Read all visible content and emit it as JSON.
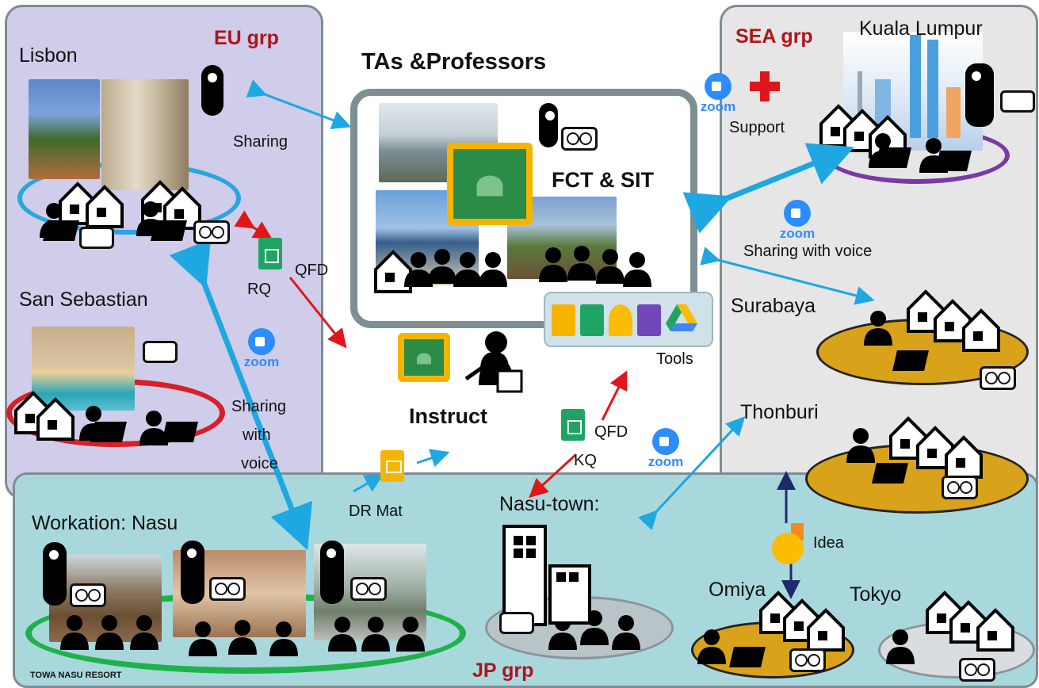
{
  "groups": {
    "eu": "EU grp",
    "sea": "SEA grp",
    "jp": "JP grp"
  },
  "center": {
    "title": "TAs &Professors",
    "site": "FCT & SIT",
    "tools": "Tools",
    "instruct": "Instruct"
  },
  "cities": {
    "lisbon": "Lisbon",
    "san_sebastian": "San Sebastian",
    "kuala_lumpur": "Kuala Lumpur",
    "surabaya": "Surabaya",
    "thonburi": "Thonburi",
    "workation": "Workation: Nasu",
    "nasu_town": "Nasu-town:",
    "omiya": "Omiya",
    "tokyo": "Tokyo"
  },
  "links": {
    "sharing": "Sharing",
    "sharing_voice_eu": [
      "Sharing",
      "with",
      "voice"
    ],
    "sharing_voice_sea": "Sharing with voice",
    "support": "Support",
    "qfd1": "QFD",
    "rq": "RQ",
    "qfd2": "QFD",
    "kq": "KQ",
    "dr_mat": "DR Mat",
    "idea": "Idea"
  },
  "zoom_text": "zoom",
  "watermark": "TOWA NASU RESORT",
  "colors": {
    "eu_bg": "#cfcde9",
    "sea_bg": "#e6e6e6",
    "jp_bg": "#a9d8dc",
    "grp_red": "#b0141b",
    "arrow_blue": "#1ea7e1",
    "arrow_red": "#e0161b",
    "arrow_navy": "#1f2a6b",
    "ring_lisbon": "#29a6df",
    "ring_sansebastian": "#d6202a",
    "ring_kl": "#7a3aa6",
    "ring_jp": "#1fb24a",
    "ring_gold": "#d8a21a"
  },
  "icons": [
    "360-camera-icon",
    "vr-headset-icon",
    "phone-icon",
    "zoom-icon",
    "google-sheets-icon",
    "google-slides-icon",
    "google-classroom-icon",
    "google-drive-icon",
    "house-icon",
    "person-laptop-icon",
    "red-cross-icon",
    "lightbulb-icon"
  ]
}
